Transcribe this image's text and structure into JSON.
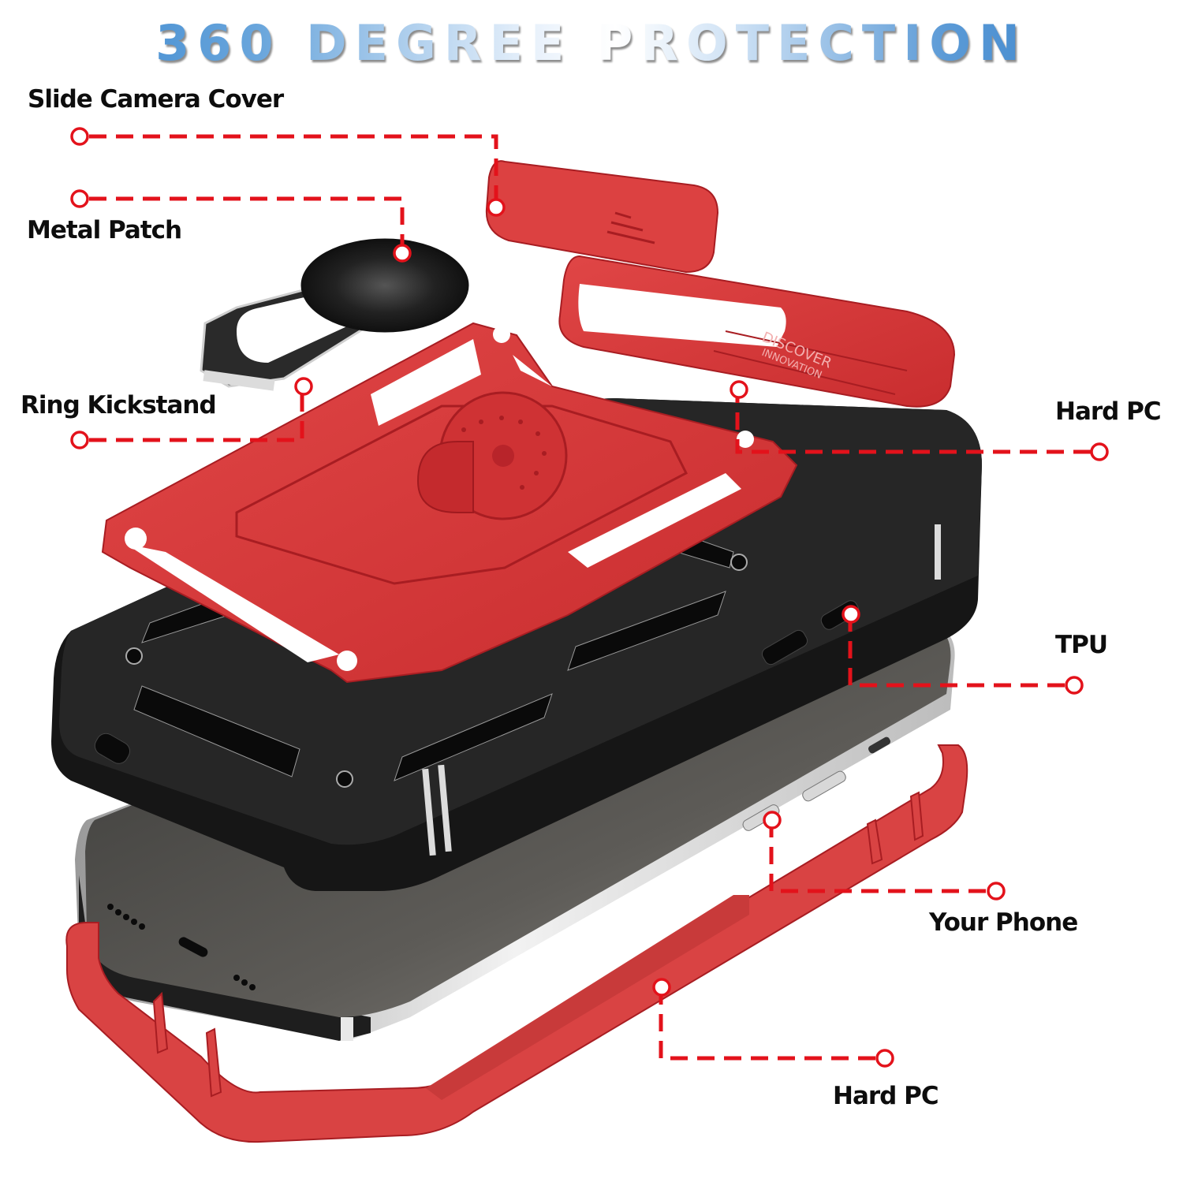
{
  "title": "360 DEGREE PROTECTION",
  "callouts": [
    {
      "id": "slide-camera-cover",
      "label": "Slide Camera Cover"
    },
    {
      "id": "metal-patch",
      "label": "Metal Patch"
    },
    {
      "id": "ring-kickstand",
      "label": "Ring Kickstand"
    },
    {
      "id": "hard-pc-top",
      "label": "Hard PC"
    },
    {
      "id": "tpu",
      "label": "TPU"
    },
    {
      "id": "your-phone",
      "label": "Your Phone"
    },
    {
      "id": "hard-pc-bottom",
      "label": "Hard PC"
    }
  ],
  "case_engraving": {
    "line1": "DISCOVER",
    "line2": "INNOVATION"
  },
  "colors": {
    "callout_red": "#e3121b",
    "case_red": "#d63a3a",
    "case_red_dark": "#b8242a",
    "tpu_black": "#1c1c1c",
    "phone_screen": "#55534f",
    "title_blue": "#2f7fcb"
  }
}
